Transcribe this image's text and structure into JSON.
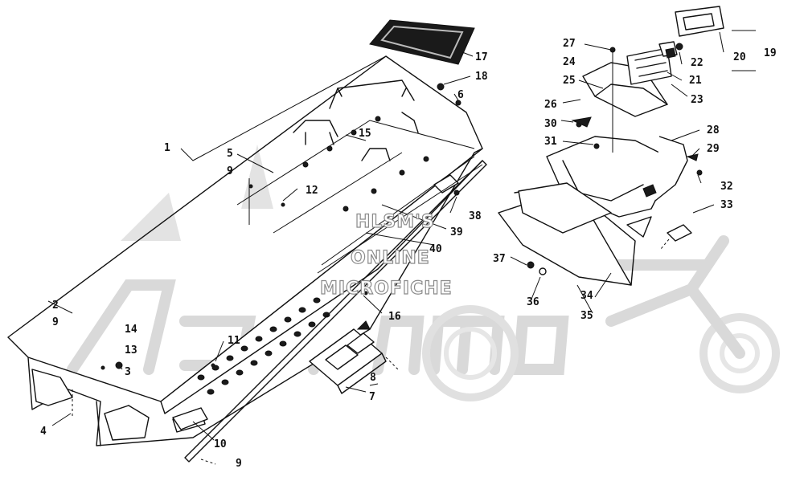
{
  "watermark": {
    "lines": [
      "HLSM'S",
      "ONLINE",
      "MICROFICHE"
    ]
  },
  "callouts": [
    {
      "id": "c1",
      "label": "1"
    },
    {
      "id": "c2",
      "label": "2"
    },
    {
      "id": "c3",
      "label": "3"
    },
    {
      "id": "c4",
      "label": "4"
    },
    {
      "id": "c5",
      "label": "5"
    },
    {
      "id": "c6",
      "label": "6"
    },
    {
      "id": "c7",
      "label": "7"
    },
    {
      "id": "c8",
      "label": "8"
    },
    {
      "id": "c9a",
      "label": "9"
    },
    {
      "id": "c9b",
      "label": "9"
    },
    {
      "id": "c9c",
      "label": "9"
    },
    {
      "id": "c10",
      "label": "10"
    },
    {
      "id": "c11",
      "label": "11"
    },
    {
      "id": "c12",
      "label": "12"
    },
    {
      "id": "c13",
      "label": "13"
    },
    {
      "id": "c14",
      "label": "14"
    },
    {
      "id": "c15",
      "label": "15"
    },
    {
      "id": "c16",
      "label": "16"
    },
    {
      "id": "c17",
      "label": "17"
    },
    {
      "id": "c18",
      "label": "18"
    },
    {
      "id": "c19",
      "label": "19"
    },
    {
      "id": "c20",
      "label": "20"
    },
    {
      "id": "c21",
      "label": "21"
    },
    {
      "id": "c22",
      "label": "22"
    },
    {
      "id": "c23",
      "label": "23"
    },
    {
      "id": "c24",
      "label": "24"
    },
    {
      "id": "c25",
      "label": "25"
    },
    {
      "id": "c26",
      "label": "26"
    },
    {
      "id": "c27",
      "label": "27"
    },
    {
      "id": "c28",
      "label": "28"
    },
    {
      "id": "c29",
      "label": "29"
    },
    {
      "id": "c30",
      "label": "30"
    },
    {
      "id": "c31",
      "label": "31"
    },
    {
      "id": "c32",
      "label": "32"
    },
    {
      "id": "c33",
      "label": "33"
    },
    {
      "id": "c34",
      "label": "34"
    },
    {
      "id": "c35",
      "label": "35"
    },
    {
      "id": "c36",
      "label": "36"
    },
    {
      "id": "c37",
      "label": "37"
    },
    {
      "id": "c38",
      "label": "38"
    },
    {
      "id": "c39",
      "label": "39"
    },
    {
      "id": "c40",
      "label": "40"
    }
  ]
}
